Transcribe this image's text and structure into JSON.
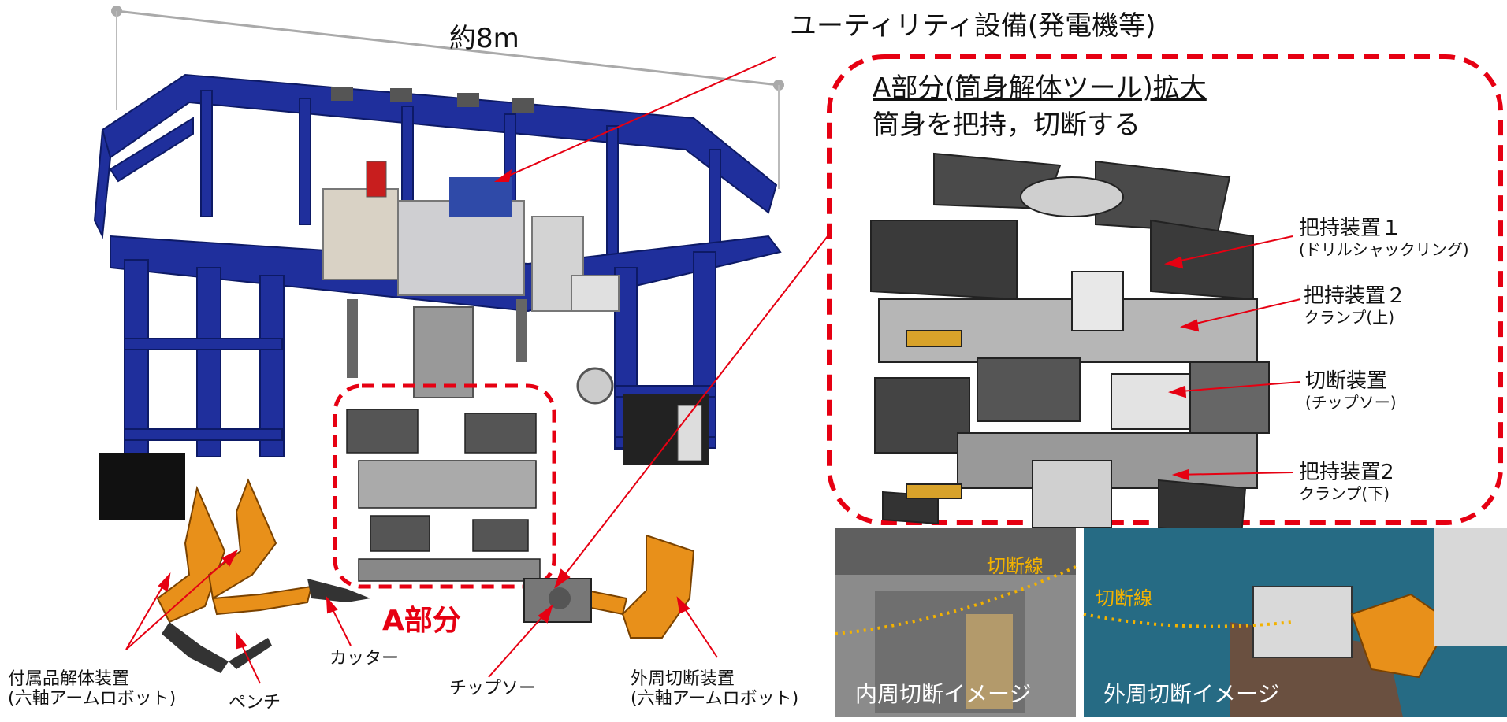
{
  "width_label": "約8m",
  "utility_label": "ユーティリティ設備(発電機等)",
  "zoom_box": {
    "title": "A部分(筒身解体ツール)拡大",
    "subtitle": "筒身を把持，切断する"
  },
  "zoom_callouts": [
    {
      "main": "把持装置１",
      "sub": "(ドリルシャックリング)"
    },
    {
      "main": "把持装置２",
      "sub": "クランプ(上)"
    },
    {
      "main": "切断装置",
      "sub": "(チップソー)"
    },
    {
      "main": "把持装置2",
      "sub": "クランプ(下)"
    }
  ],
  "a_part_label": "A部分",
  "bottom_labels": {
    "attachment_tool": "付属品解体装置",
    "attachment_tool_sub": "(六軸アームロボット)",
    "pliers": "ペンチ",
    "cutter": "カッター",
    "chip_saw": "チップソー",
    "outer_cut_tool": "外周切断装置",
    "outer_cut_tool_sub": "(六軸アームロボット)"
  },
  "photos": {
    "inner": {
      "cut_line": "切断線",
      "caption": "内周切断イメージ"
    },
    "outer": {
      "cut_line": "切断線",
      "caption": "外周切断イメージ"
    }
  },
  "colors": {
    "frame_blue": "#1f2f9c",
    "robot_orange": "#e8901a",
    "callout_red": "#e60012",
    "cut_line_yellow": "#f3b200"
  }
}
